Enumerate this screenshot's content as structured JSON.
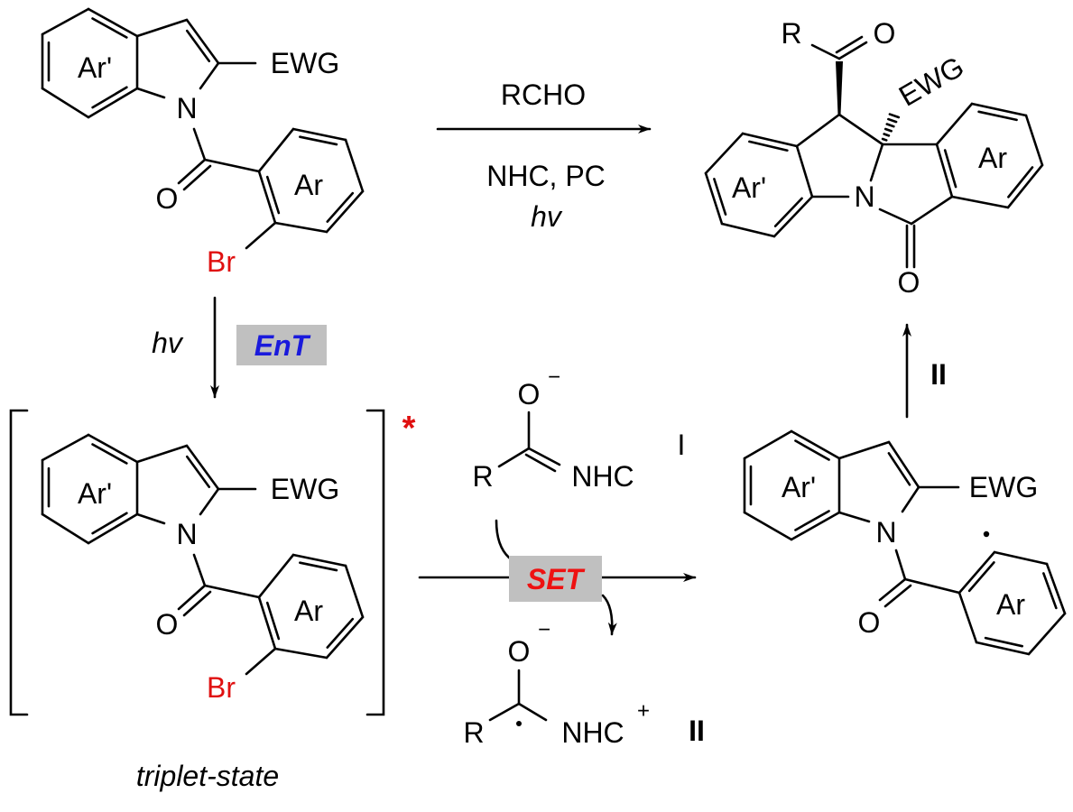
{
  "colors": {
    "bromine": "#e01010",
    "ent": "#1a1adc",
    "set": "#ee1111",
    "star": "#e01010",
    "box": "#c0c0c0"
  },
  "starting_material": {
    "ar_prime": "Ar'",
    "ewg": "EWG",
    "n": "N",
    "o": "O",
    "ar": "Ar",
    "br": "Br"
  },
  "top_arrow": {
    "reagent": "RCHO",
    "conditions": "NHC, PC",
    "light": "hv"
  },
  "product": {
    "r": "R",
    "o_acyl": "O",
    "ewg": "EWG",
    "ar_prime": "Ar'",
    "n": "N",
    "ar": "Ar",
    "o_lactam": "O"
  },
  "down_arrow": {
    "light": "hv",
    "label": "EnT"
  },
  "triplet": {
    "ar_prime": "Ar'",
    "ewg": "EWG",
    "n": "N",
    "o": "O",
    "ar": "Ar",
    "br": "Br",
    "star": "*",
    "caption": "triplet-state"
  },
  "breslow": {
    "o": "O",
    "charge": "−",
    "r": "R",
    "nhc": "NHC",
    "tag": "I"
  },
  "set_arrow": {
    "label": "SET"
  },
  "radical_cation": {
    "o": "O",
    "charge": "−",
    "r": "R",
    "nhc": "NHC",
    "plus": "+",
    "tag": "II"
  },
  "up_arrow": {
    "label": "II"
  },
  "radical": {
    "ar_prime": "Ar'",
    "ewg": "EWG",
    "n": "N",
    "o": "O",
    "ar": "Ar"
  }
}
